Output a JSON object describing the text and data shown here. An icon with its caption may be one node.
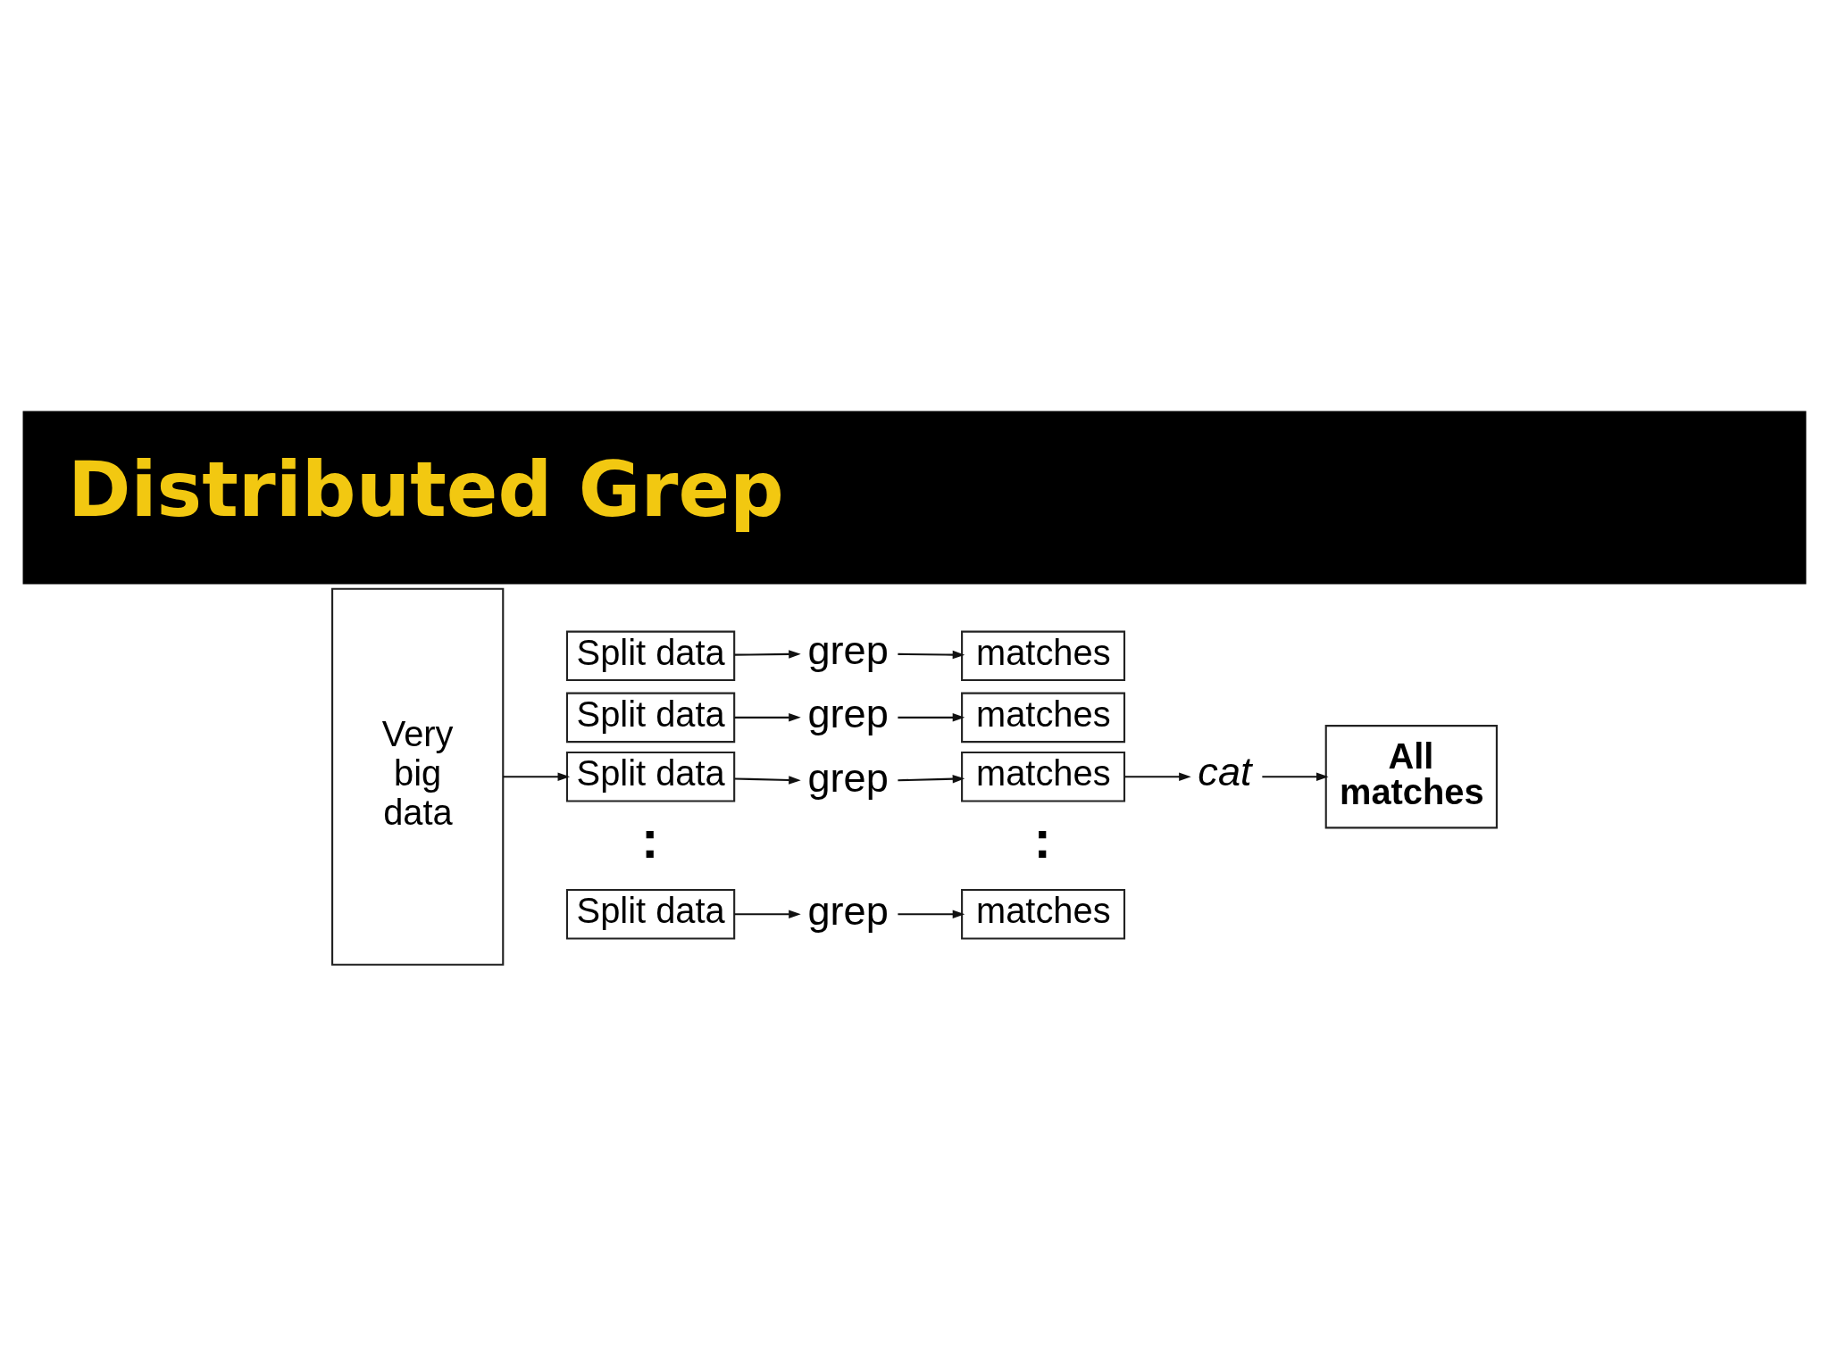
{
  "diagram": {
    "title": "Distributed Grep",
    "nodes": [
      {
        "text": [
          "Very big data"
        ]
      },
      {
        "text": [
          "Split data"
        ]
      },
      {
        "text": [
          "Split data"
        ]
      },
      {
        "text": [
          "Split data"
        ]
      },
      {
        "text": [
          "Split data"
        ]
      },
      {
        "text": [
          "grep"
        ]
      },
      {
        "text": [
          "grep"
        ]
      },
      {
        "text": [
          "grep"
        ]
      },
      {
        "text": [
          "grep"
        ]
      },
      {
        "text": [
          "matches"
        ]
      },
      {
        "text": [
          "matches"
        ]
      },
      {
        "text": [
          "matches"
        ]
      },
      {
        "text": [
          "matches"
        ]
      },
      {
        "text": [
          "cat"
        ]
      },
      {
        "text": [
          "All matches"
        ]
      }
    ],
    "edges": [
      {
        "from": 0,
        "to": 3,
        "arrow": "to"
      },
      {
        "from": 1,
        "to": 5,
        "arrow": "to"
      },
      {
        "from": 2,
        "to": 6,
        "arrow": "to"
      },
      {
        "from": 3,
        "to": 7,
        "arrow": "to"
      },
      {
        "from": 4,
        "to": 8,
        "arrow": "to"
      },
      {
        "from": 5,
        "to": 9,
        "arrow": "to"
      },
      {
        "from": 6,
        "to": 10,
        "arrow": "to"
      },
      {
        "from": 7,
        "to": 11,
        "arrow": "to"
      },
      {
        "from": 8,
        "to": 12,
        "arrow": "to"
      },
      {
        "from": 11,
        "to": 13,
        "arrow": "to"
      },
      {
        "from": 13,
        "to": 14,
        "arrow": "to"
      }
    ],
    "labels": [
      ":",
      ":"
    ]
  }
}
